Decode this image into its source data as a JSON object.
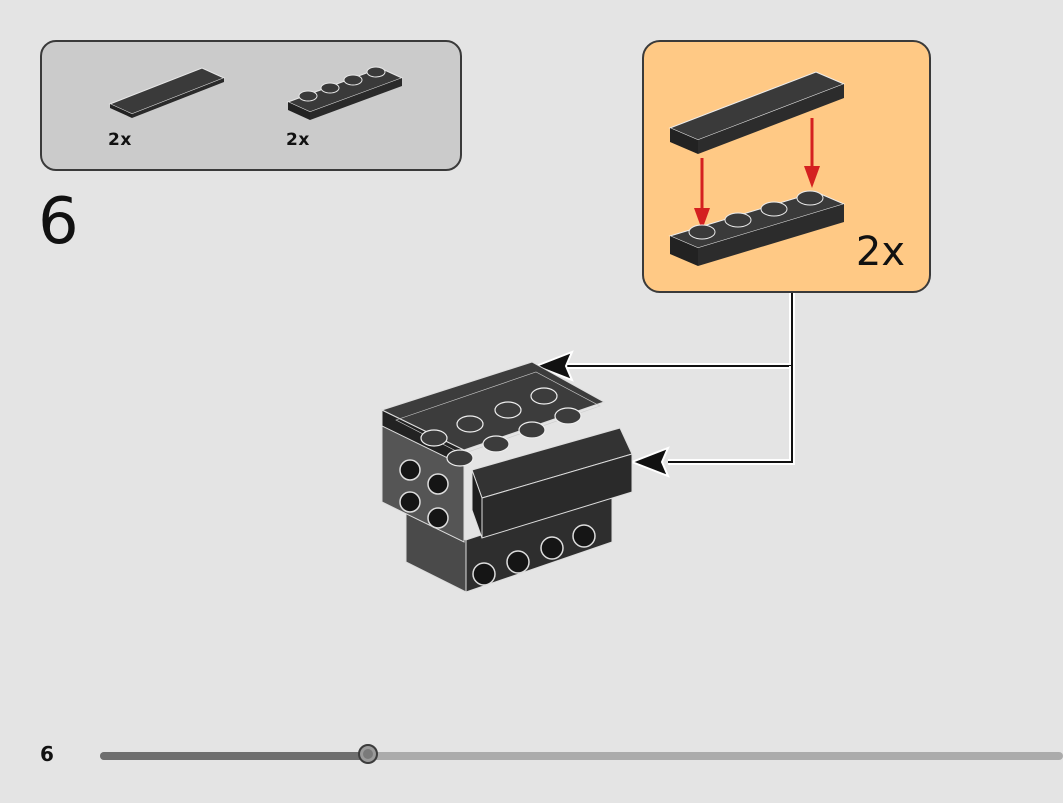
{
  "parts_list": {
    "items": [
      {
        "part": "tile-1x4-dark-gray",
        "quantity": "2x"
      },
      {
        "part": "plate-1x4-dark-gray",
        "quantity": "2x"
      }
    ]
  },
  "step": {
    "number": "6"
  },
  "sub_assembly": {
    "quantity": "2x"
  },
  "footer": {
    "page_number": "6",
    "progress": 0.28
  },
  "colors": {
    "callout_bg": "#ffc985",
    "parts_bg": "#cbcbcb",
    "arrow_red": "#d42020",
    "brick": "#3a3a3a"
  }
}
